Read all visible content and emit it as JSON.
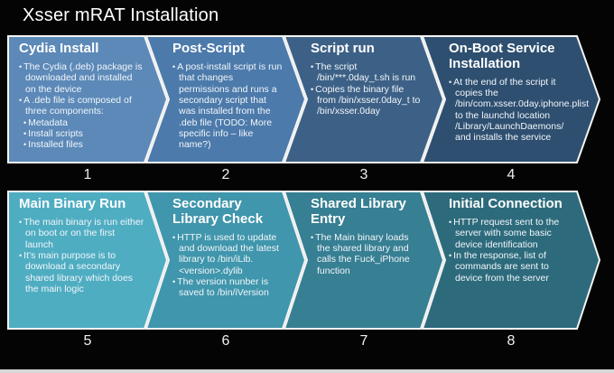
{
  "page_title": "Xsser mRAT Installation",
  "outline_color": "#f5f5f5",
  "rows": [
    {
      "steps": [
        {
          "number": "1",
          "title": "Cydia Install",
          "color": "#5c89b8",
          "bullets": [
            "The Cydia (.deb) package is downloaded and installed on the device",
            "A .deb file is composed of three components:",
            "Metadata",
            "Install scripts",
            "Installed files"
          ]
        },
        {
          "number": "2",
          "title": "Post-Script",
          "color": "#4c7aab",
          "bullets": [
            "A post-install script is run that changes permissions and runs a secondary script that was installed from the .deb file (TODO: More specific info – like name?)"
          ]
        },
        {
          "number": "3",
          "title": "Script run",
          "color": "#3d6186",
          "bullets": [
            "The script /bin/***.0day_t.sh is run",
            "Copies the binary file from /bin/xsser.0day_t to /bin/xsser.0day"
          ]
        },
        {
          "number": "4",
          "title": "On-Boot Service Installation",
          "color": "#2e4f70",
          "bullets": [
            "At the end of the script it copies the /bin/com.xsser.0day.iphone.plist to the launchd location /Library/LaunchDaemons/ and installs the service"
          ]
        }
      ]
    },
    {
      "steps": [
        {
          "number": "5",
          "title": "Main Binary Run",
          "color": "#4fadc2",
          "bullets": [
            "The main binary is run either on boot or on the first launch",
            "It’s main purpose is to download a secondary shared library which does the main logic"
          ]
        },
        {
          "number": "6",
          "title": "Secondary Library Check",
          "color": "#4096ac",
          "bullets": [
            "HTTP is used to update and download the latest library to /bin/iLib.<version>.dylib",
            "The version nunber is saved to /bin/iVersion"
          ]
        },
        {
          "number": "7",
          "title": "Shared Library Entry",
          "color": "#377f93",
          "bullets": [
            "The Main binary loads the shared library and calls the Fuck_iPhone function"
          ]
        },
        {
          "number": "8",
          "title": "Initial Connection",
          "color": "#2d6b7c",
          "bullets": [
            "HTTP request sent to the server with some basic device identification",
            "In the response, list of commands are sent to device from the server"
          ]
        }
      ]
    }
  ]
}
